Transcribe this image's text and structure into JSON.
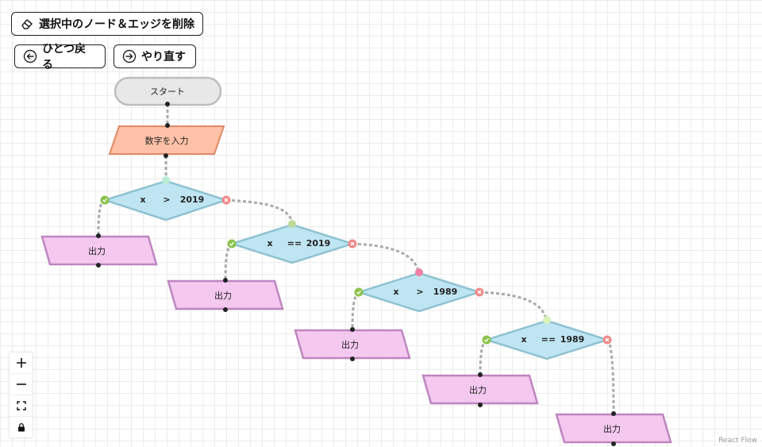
{
  "toolbar": {
    "delete_label": "選択中のノード＆エッジを削除",
    "undo_label": "ひとつ戻る",
    "redo_label": "やり直す"
  },
  "nodes": {
    "start": "スタート",
    "input": "数字を入力",
    "output": "出力"
  },
  "conditions": [
    {
      "var": "x",
      "op": ">",
      "value": "2019"
    },
    {
      "var": "x",
      "op": "==",
      "value": "2019"
    },
    {
      "var": "x",
      "op": ">",
      "value": "1989"
    },
    {
      "var": "x",
      "op": "==",
      "value": "1989"
    }
  ],
  "attribution": "React Flow",
  "colors": {
    "start_fill": "#e8e8e8",
    "start_stroke": "#bdbdbd",
    "input_fill": "#ffc1a8",
    "input_stroke": "#e08a68",
    "decision_fill": "#bfe5f2",
    "decision_stroke": "#8fc2d1",
    "output_fill": "#f4c8ef",
    "output_stroke": "#be86bf",
    "true_handle": "#8bc34a",
    "false_handle": "#ef8a8a",
    "edge": "#aaaaaa"
  }
}
